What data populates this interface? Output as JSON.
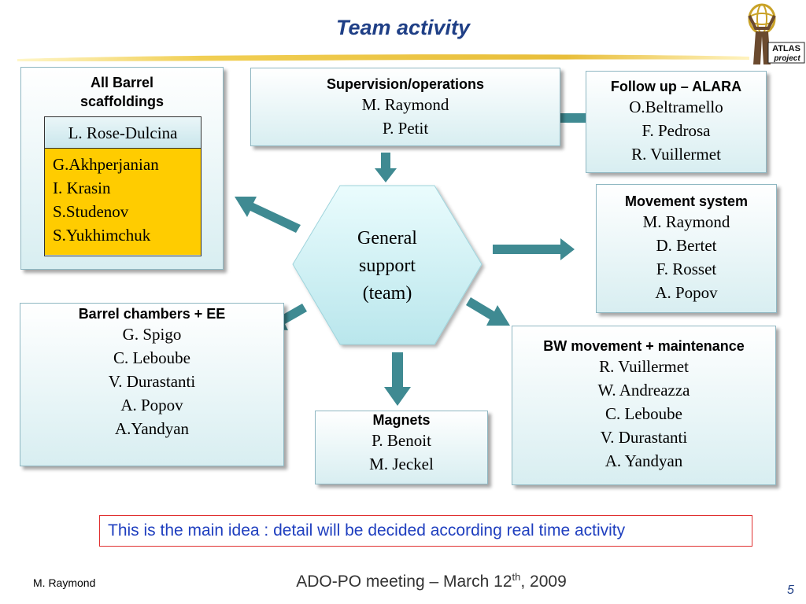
{
  "title": "Team activity",
  "logo": {
    "text1": "ATLAS",
    "text2": "project"
  },
  "center": {
    "lines": [
      "General",
      "support",
      "(team)"
    ]
  },
  "boxes": {
    "barrel_scaffoldings": {
      "heading": [
        "All Barrel",
        "scaffoldings"
      ],
      "leader": "L. Rose-Dulcina",
      "members": [
        "G.Akhperjanian",
        "I. Krasin",
        "S.Studenov",
        "S.Yukhimchuk"
      ]
    },
    "supervision": {
      "heading": "Supervision/operations",
      "members": [
        "M. Raymond",
        "P. Petit"
      ]
    },
    "alara": {
      "heading": "Follow up – ALARA",
      "members": [
        "O.Beltramello",
        "F. Pedrosa",
        "R. Vuillermet"
      ]
    },
    "movement": {
      "heading": "Movement system",
      "members": [
        "M. Raymond",
        "D. Bertet",
        "F. Rosset",
        "A. Popov"
      ]
    },
    "barrel_chambers": {
      "heading": "Barrel chambers + EE",
      "members": [
        "G. Spigo",
        "C. Leboube",
        "V. Durastanti",
        "A. Popov",
        "A.Yandyan"
      ]
    },
    "magnets": {
      "heading": "Magnets",
      "members": [
        "P. Benoit",
        "M. Jeckel"
      ]
    },
    "bw_movement": {
      "heading": "BW movement + maintenance",
      "members": [
        "R. Vuillermet",
        "W. Andreazza",
        "C. Leboube",
        "V. Durastanti",
        "A. Yandyan"
      ]
    }
  },
  "note": "This is the main idea : detail will be decided according real time activity",
  "footer": {
    "author": "M. Raymond",
    "meeting": "ADO-PO meeting – March 12",
    "meeting_sup": "th",
    "meeting_end": ", 2009",
    "page": "5"
  },
  "colors": {
    "arrow": "#3f8a92",
    "title": "#1f3f86",
    "leader_fill": "#ffcc00",
    "note_border": "#e03030",
    "note_text": "#1f3fbf"
  }
}
